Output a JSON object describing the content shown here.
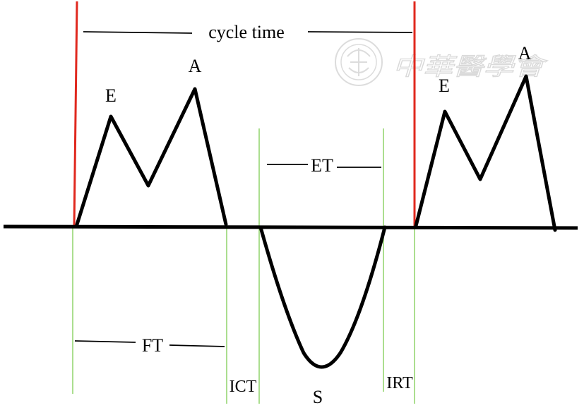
{
  "labels": {
    "cycle_time": "cycle time",
    "e_first": "E",
    "a_first": "A",
    "e_second": "E",
    "a_second": "A",
    "et": "ET",
    "ft": "FT",
    "ict": "ICT",
    "s": "S",
    "irt": "IRT"
  },
  "watermark": {
    "text": "中華醫學會"
  },
  "colors": {
    "waveform": "#000000",
    "cycle_marker": "#e0281e",
    "interval_guide": "#8fd36a",
    "watermark": "#d9d9d9"
  }
}
